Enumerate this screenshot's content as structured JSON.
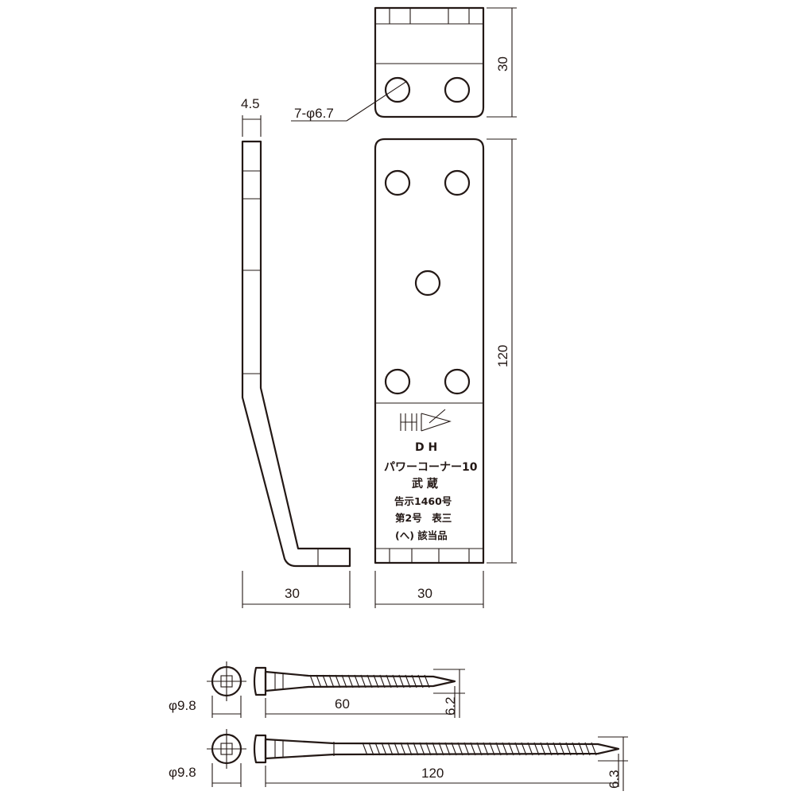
{
  "dimensions": {
    "thickness": "4.5",
    "hole_spec": "7-φ6.7",
    "top_height": "30",
    "main_height": "120",
    "side_width": "30",
    "front_width": "30",
    "screw1_head": "φ9.8",
    "screw1_length": "60",
    "screw1_dia": "6.2",
    "screw2_head": "φ9.8",
    "screw2_length": "120",
    "screw2_dia": "6.3"
  },
  "stamp": {
    "brand": "D H",
    "product": "パワーコーナー10",
    "maker": "武 蔵",
    "notice1": "告示1460号",
    "notice2": "第2号　表三",
    "approval": "(へ) 該当品"
  }
}
